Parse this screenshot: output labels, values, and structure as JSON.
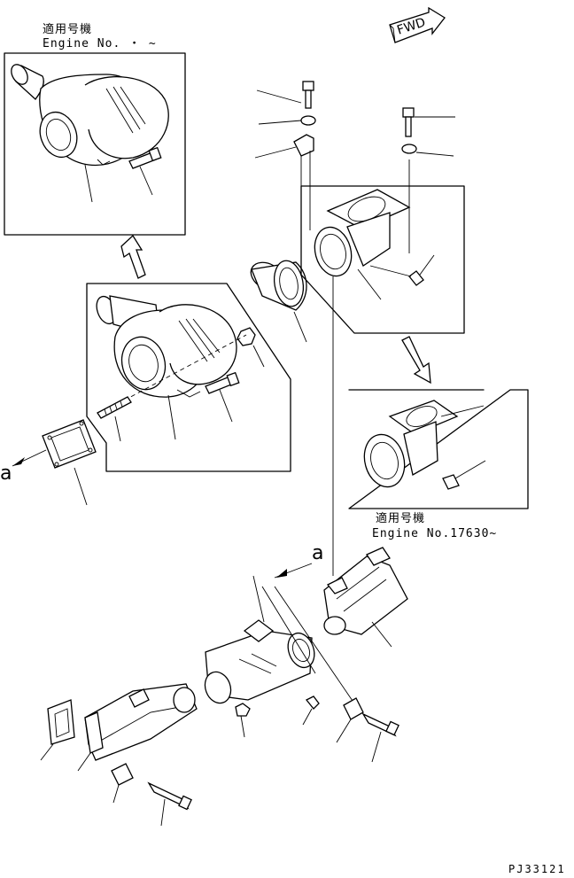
{
  "header": {
    "fwd_label": "FWD"
  },
  "notes": {
    "top_left_applicable": "適用号機",
    "top_left_engine": "Engine No.  ・ ~",
    "right_applicable": "適用号機",
    "right_engine": "Engine No.17630~"
  },
  "markers": {
    "view_a_left": "a",
    "view_a_center": "a"
  },
  "footer": {
    "drawing_code": "PJ33121"
  }
}
